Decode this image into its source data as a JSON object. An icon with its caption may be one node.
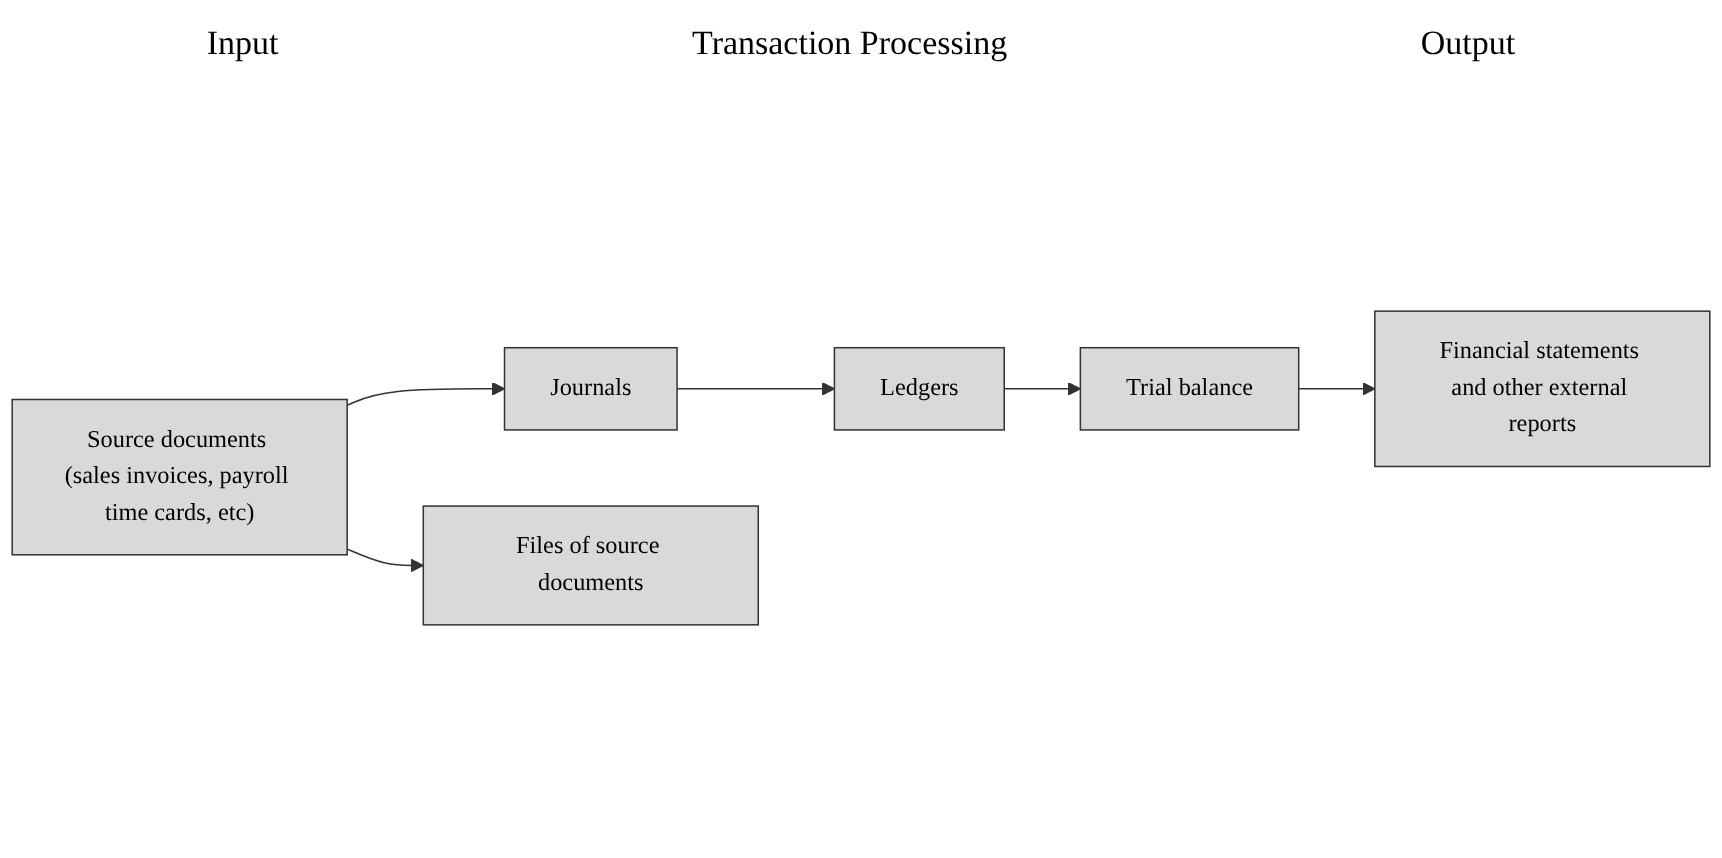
{
  "diagram": {
    "nodes": [
      {
        "text": [
          "Source documents (sales invoices, payroll time cards, etc)"
        ]
      },
      {
        "text": [
          "Journals"
        ]
      },
      {
        "text": [
          "Ledgers"
        ]
      },
      {
        "text": [
          "Trial balance"
        ]
      },
      {
        "text": [
          "Financial statements and other external reports"
        ]
      },
      {
        "text": [
          "Files of source documents"
        ]
      }
    ],
    "edges": [
      {
        "from": 0,
        "to": 1,
        "arrow": "to"
      },
      {
        "from": 1,
        "to": 2,
        "arrow": "to"
      },
      {
        "from": 2,
        "to": 3,
        "arrow": "to"
      },
      {
        "from": 3,
        "to": 4,
        "arrow": "to"
      },
      {
        "from": 0,
        "to": 5,
        "arrow": "to"
      }
    ],
    "labels": [
      "Input",
      "Transaction Processing",
      "Output"
    ]
  }
}
